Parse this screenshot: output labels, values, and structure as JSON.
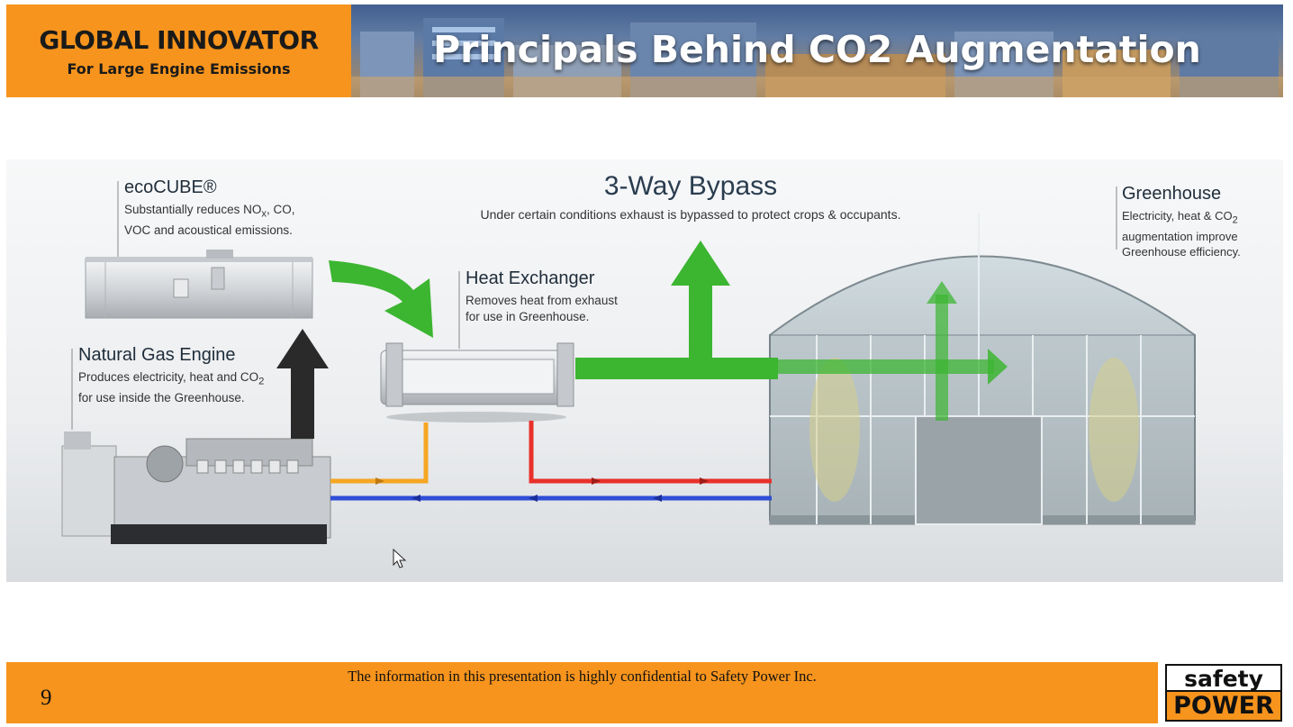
{
  "header": {
    "brand_title": "GLOBAL INNOVATOR",
    "brand_subtitle": "For Large Engine Emissions",
    "slide_title": "Principals Behind CO2 Augmentation"
  },
  "diagram": {
    "bypass": {
      "title": "3-Way Bypass",
      "description": "Under certain conditions exhaust is bypassed to protect crops & occupants."
    },
    "ecocube": {
      "title": "ecoCUBE®",
      "line1_prefix": "Substantially reduces NO",
      "line1_sub": "x",
      "line1_suffix": ", CO,",
      "line2": "VOC and acoustical emissions."
    },
    "heat_exchanger": {
      "title": "Heat Exchanger",
      "line1": "Removes heat from exhaust",
      "line2": "for use in Greenhouse."
    },
    "engine": {
      "title": "Natural Gas Engine",
      "line1_prefix": "Produces electricity, heat and CO",
      "line1_sub": "2",
      "line2": "for use inside the Greenhouse."
    },
    "greenhouse": {
      "title": "Greenhouse",
      "line1_prefix": "Electricity, heat & CO",
      "line1_sub": "2",
      "line2": "augmentation improve",
      "line3": "Greenhouse efficiency."
    },
    "colors": {
      "green_arrow": "#3cb531",
      "hot_pipe": "#e8312a",
      "cold_pipe": "#2f4fd6",
      "exhaust_pipe": "#f5a623",
      "engine_arrow": "#2a2a2a"
    }
  },
  "footer": {
    "page_number": "9",
    "confidential": "The information in this presentation is highly confidential to Safety Power Inc.",
    "logo_top": "safety",
    "logo_bottom": "POWER",
    "accent": "#f7941d"
  }
}
